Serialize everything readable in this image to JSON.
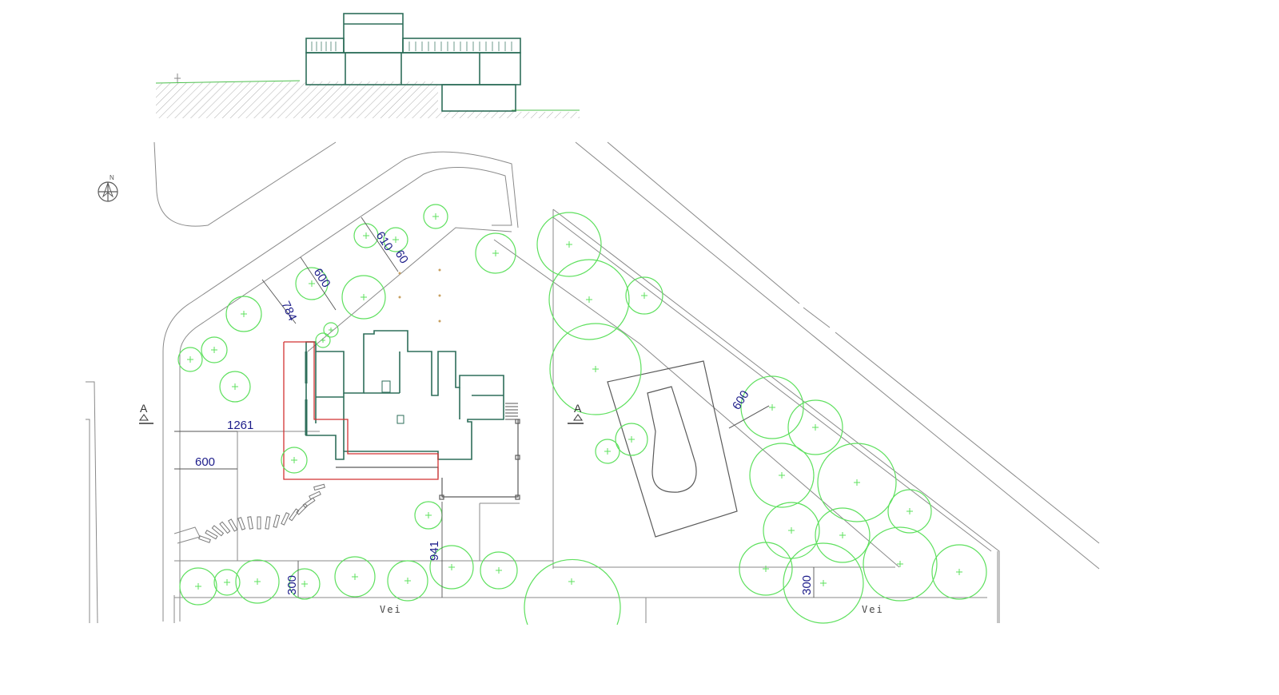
{
  "road_labels": {
    "left": "Vei",
    "right": "Vei"
  },
  "section_marker": {
    "letter": "A"
  },
  "north_marker": {
    "letter": "N"
  },
  "dimensions": {
    "d610": "610",
    "d60": "60",
    "d600_top": "600",
    "d784": "784",
    "d1261": "1261",
    "d600_left": "600",
    "d941": "941",
    "d300_left": "300",
    "d600_right": "600",
    "d300_right": "300"
  },
  "colors": {
    "trees": "#5ee05e",
    "building": "#2e6e5a",
    "boundary_highlight": "#d23232",
    "dimension_text": "#1c1c8a",
    "linework": "#8a8a8a"
  }
}
